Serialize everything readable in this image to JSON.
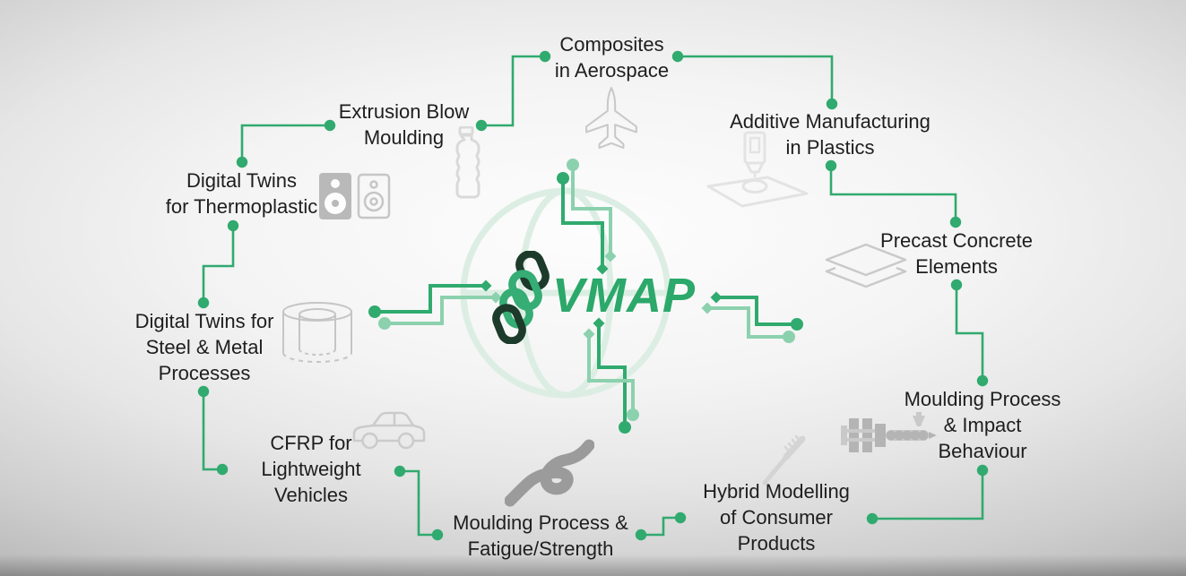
{
  "title": "VMAP use cases diagram",
  "center": {
    "logo_text": "VMAP",
    "brand_green": "#2BA86A",
    "chain_dark_green": "#1C3B2B",
    "chain_mid_green": "#35AD74"
  },
  "nodes": [
    {
      "id": "composites-aerospace",
      "label": "Composites\nin Aerospace",
      "icon": "airplane-icon"
    },
    {
      "id": "extrusion-blow-moulding",
      "label": "Extrusion Blow\nMoulding",
      "icon": "bottle-icon"
    },
    {
      "id": "digital-twins-thermoplastic",
      "label": "Digital Twins\nfor Thermoplastic",
      "icon": "speakers-icon"
    },
    {
      "id": "digital-twins-steel",
      "label": "Digital Twins for\nSteel & Metal\nProcesses",
      "icon": "cylinder-icon"
    },
    {
      "id": "cfrp-lightweight-vehicles",
      "label": "CFRP for\nLightweight\nVehicles",
      "icon": "car-icon"
    },
    {
      "id": "moulding-fatigue",
      "label": "Moulding Process &\nFatigue/Strength",
      "icon": "knot-icon"
    },
    {
      "id": "hybrid-consumer-products",
      "label": "Hybrid Modelling\nof Consumer\nProducts",
      "icon": "toothbrush-icon"
    },
    {
      "id": "moulding-impact",
      "label": "Moulding Process\n& Impact\nBehaviour",
      "icon": "injection-machine-icon"
    },
    {
      "id": "precast-concrete",
      "label": "Precast Concrete\nElements",
      "icon": "layers-icon"
    },
    {
      "id": "additive-manufacturing",
      "label": "Additive Manufacturing\nin Plastics",
      "icon": "printer-icon"
    }
  ],
  "connections": [
    [
      "composites-aerospace",
      "extrusion-blow-moulding"
    ],
    [
      "composites-aerospace",
      "additive-manufacturing"
    ],
    [
      "additive-manufacturing",
      "precast-concrete"
    ],
    [
      "precast-concrete",
      "moulding-impact"
    ],
    [
      "moulding-impact",
      "hybrid-consumer-products"
    ],
    [
      "hybrid-consumer-products",
      "moulding-fatigue"
    ],
    [
      "moulding-fatigue",
      "cfrp-lightweight-vehicles"
    ],
    [
      "cfrp-lightweight-vehicles",
      "digital-twins-steel"
    ],
    [
      "digital-twins-steel",
      "digital-twins-thermoplastic"
    ],
    [
      "digital-twins-thermoplastic",
      "extrusion-blow-moulding"
    ]
  ],
  "traces": {
    "palette": {
      "dark": "#30AA6E",
      "light": "#8CD1AE",
      "connector": "#30AA6E"
    },
    "segments": [
      {
        "pts": [
          [
            628,
            199
          ],
          [
            628,
            249
          ],
          [
            672,
            249
          ],
          [
            672,
            300
          ]
        ],
        "color": "dark",
        "start": "dot",
        "end": "diamond",
        "w": 4,
        "r": 7
      },
      {
        "pts": [
          [
            639,
            184
          ],
          [
            639,
            233
          ],
          [
            681,
            233
          ],
          [
            681,
            286
          ]
        ],
        "color": "light",
        "start": "dot",
        "end": "diamond",
        "w": 4,
        "r": 7
      },
      {
        "pts": [
          [
            668,
            361
          ],
          [
            668,
            410
          ],
          [
            697,
            410
          ],
          [
            697,
            477
          ]
        ],
        "color": "dark",
        "start": "diamond",
        "end": "dot",
        "w": 4,
        "r": 7
      },
      {
        "pts": [
          [
            657,
            373
          ],
          [
            657,
            425
          ],
          [
            706,
            425
          ],
          [
            706,
            463
          ]
        ],
        "color": "light",
        "start": "diamond",
        "end": "dot",
        "w": 4,
        "r": 7
      },
      {
        "pts": [
          [
            418,
            348
          ],
          [
            480,
            348
          ],
          [
            480,
            319
          ],
          [
            542,
            319
          ]
        ],
        "color": "dark",
        "start": "dot",
        "end": "diamond",
        "w": 4,
        "r": 7
      },
      {
        "pts": [
          [
            429,
            361
          ],
          [
            493,
            361
          ],
          [
            493,
            332
          ],
          [
            553,
            332
          ]
        ],
        "color": "light",
        "start": "dot",
        "end": "diamond",
        "w": 4,
        "r": 7
      },
      {
        "pts": [
          [
            799,
            332
          ],
          [
            844,
            332
          ],
          [
            844,
            362
          ],
          [
            889,
            362
          ]
        ],
        "color": "dark",
        "start": "diamond",
        "end": "dot",
        "w": 4,
        "r": 7
      },
      {
        "pts": [
          [
            789,
            344
          ],
          [
            835,
            344
          ],
          [
            835,
            376
          ],
          [
            880,
            376
          ]
        ],
        "color": "light",
        "start": "diamond",
        "end": "dot",
        "w": 4,
        "r": 7
      },
      {
        "pts": [
          [
            608,
            63
          ],
          [
            572,
            63
          ],
          [
            572,
            140
          ],
          [
            537,
            140
          ]
        ],
        "color": "connector",
        "start": "dot",
        "end": "dot",
        "w": 2.6,
        "r": 6.2
      },
      {
        "pts": [
          [
            756,
            63
          ],
          [
            928,
            63
          ],
          [
            928,
            116
          ]
        ],
        "color": "connector",
        "start": "dot",
        "end": "dot",
        "w": 2.6,
        "r": 6.2
      },
      {
        "pts": [
          [
            927,
            185
          ],
          [
            927,
            217
          ],
          [
            1066,
            217
          ],
          [
            1066,
            248
          ]
        ],
        "color": "connector",
        "start": "dot",
        "end": "dot",
        "w": 2.6,
        "r": 6.2
      },
      {
        "pts": [
          [
            1067,
            318
          ],
          [
            1067,
            372
          ],
          [
            1096,
            372
          ],
          [
            1096,
            425
          ]
        ],
        "color": "connector",
        "start": "dot",
        "end": "dot",
        "w": 2.6,
        "r": 6.2
      },
      {
        "pts": [
          [
            1096,
            525
          ],
          [
            1096,
            579
          ],
          [
            973,
            579
          ]
        ],
        "color": "connector",
        "start": "dot",
        "end": "dot",
        "w": 2.6,
        "r": 6.2
      },
      {
        "pts": [
          [
            759,
            578
          ],
          [
            740,
            578
          ],
          [
            740,
            597
          ],
          [
            715,
            597
          ]
        ],
        "color": "connector",
        "start": "dot",
        "end": "dot",
        "w": 2.6,
        "r": 6.2
      },
      {
        "pts": [
          [
            446,
            526
          ],
          [
            467,
            526
          ],
          [
            467,
            597
          ],
          [
            488,
            597
          ]
        ],
        "color": "connector",
        "start": "dot",
        "end": "dot",
        "w": 2.6,
        "r": 6.2
      },
      {
        "pts": [
          [
            227,
            437
          ],
          [
            227,
            524
          ],
          [
            248,
            524
          ]
        ],
        "color": "connector",
        "start": "dot",
        "end": "dot",
        "w": 2.6,
        "r": 6.2
      },
      {
        "pts": [
          [
            227,
            338
          ],
          [
            227,
            297
          ],
          [
            260,
            297
          ],
          [
            260,
            252
          ]
        ],
        "color": "connector",
        "start": "dot",
        "end": "dot",
        "w": 2.6,
        "r": 6.2
      },
      {
        "pts": [
          [
            270,
            181
          ],
          [
            270,
            140
          ],
          [
            368,
            140
          ]
        ],
        "color": "connector",
        "start": "dot",
        "end": "dot",
        "w": 2.6,
        "r": 6.2
      }
    ]
  }
}
